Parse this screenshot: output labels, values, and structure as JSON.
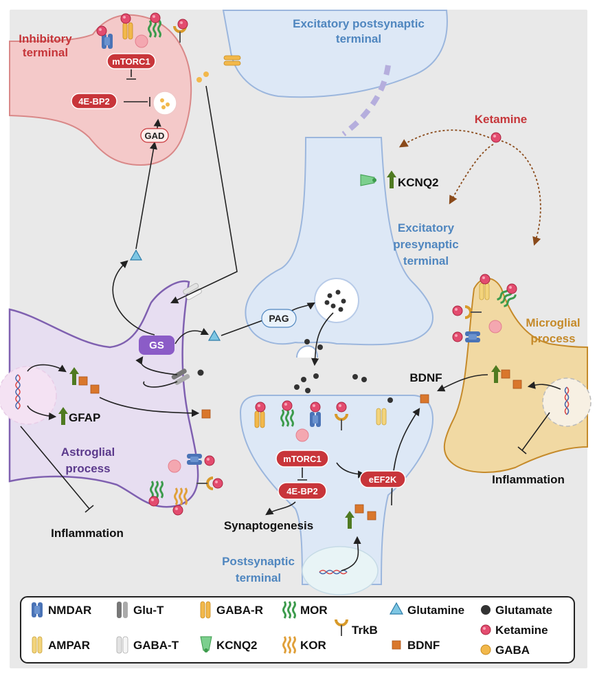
{
  "labels": {
    "inhibitory_terminal": [
      "Inhibitory",
      "terminal"
    ],
    "excitatory_postsynaptic": [
      "Excitatory postsynaptic",
      "terminal"
    ],
    "excitatory_presynaptic": [
      "Excitatory",
      "presynaptic",
      "terminal"
    ],
    "microglial_process": [
      "Microglial",
      "process"
    ],
    "astroglial_process": [
      "Astroglial",
      "process"
    ],
    "postsynaptic_terminal": [
      "Postsynaptic",
      "terminal"
    ],
    "ketamine": "Ketamine",
    "kcnq2": "KCNQ2",
    "pag": "PAG",
    "gs": "GS",
    "gad": "GAD",
    "bdnf": "BDNF",
    "gfap": "GFAP",
    "synaptogenesis": "Synaptogenesis",
    "inflammation_left": "Inflammation",
    "inflammation_right": "Inflammation",
    "mtorc1_top": "mTORC1",
    "ebp2_top": "4E-BP2",
    "mtorc1_bottom": "mTORC1",
    "ebp2_bottom": "4E-BP2",
    "eef2k": "eEF2K",
    "question": "?"
  },
  "legend": [
    {
      "label": "NMDAR",
      "icon": "nmdar-icon"
    },
    {
      "label": "Glu-T",
      "icon": "glu-t-icon"
    },
    {
      "label": "GABA-R",
      "icon": "gaba-r-icon"
    },
    {
      "label": "MOR",
      "icon": "mor-icon"
    },
    {
      "label": "TrkB",
      "icon": "trkb-icon"
    },
    {
      "label": "Glutamine",
      "icon": "glutamine-icon"
    },
    {
      "label": "Glutamate",
      "icon": "glutamate-icon"
    },
    {
      "label": "AMPAR",
      "icon": "ampar-icon"
    },
    {
      "label": "GABA-T",
      "icon": "gaba-t-icon"
    },
    {
      "label": "KCNQ2",
      "icon": "kcnq2-icon"
    },
    {
      "label": "KOR",
      "icon": "kor-icon"
    },
    {
      "label": "BDNF",
      "icon": "bdnf-icon"
    },
    {
      "label": "Ketamine",
      "icon": "ketamine-icon"
    },
    {
      "label": "GABA",
      "icon": "gaba-icon"
    }
  ],
  "colors": {
    "background": "#e9e9e9",
    "inhibitory": "#f4c9c9",
    "excitatory": "#dde8f6",
    "astroglia": "#e7def1",
    "microglia": "#f1d9a3",
    "pill_red": "#c8353a",
    "ketamine": "#e34c6f",
    "bdnf": "#d9772c",
    "glutamine": "#7ec6e3",
    "glutamate": "#333333",
    "gaba": "#f2b84b",
    "up_arrow": "#4f7a21"
  }
}
